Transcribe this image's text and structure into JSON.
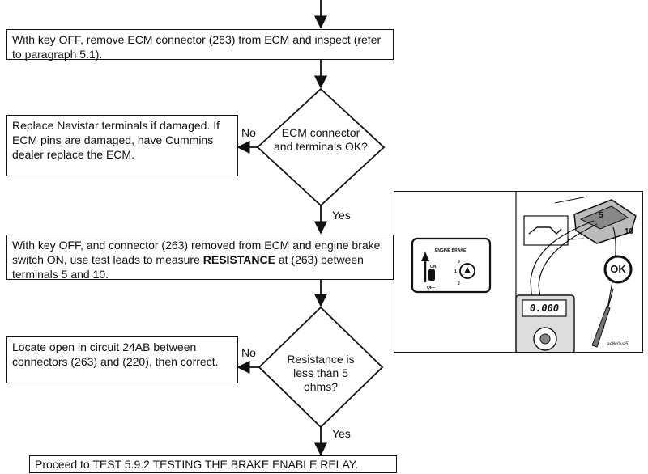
{
  "steps": {
    "remove_connector": "With key OFF, remove ECM connector (263) from ECM and inspect (refer to paragraph 5.1).",
    "decision_terminals": "ECM connector and terminals OK?",
    "replace_terminals": "Replace Navistar terminals if damaged. If ECM pins are damaged, have Cummins dealer replace the ECM.",
    "measure_prefix": "With key OFF, and connector (263) removed from ECM and engine brake switch ON, use test leads to measure",
    "measure_bold": "RESISTANCE",
    "measure_suffix": "at (263) between terminals 5 and 10.",
    "decision_resistance": "Resistance is less than 5 ohms?",
    "locate_open": "Locate open in circuit 24AB between connectors (263) and (220), then correct.",
    "proceed": "Proceed to TEST 5.9.2 TESTING THE BRAKE ENABLE RELAY."
  },
  "labels": {
    "no": "No",
    "yes": "Yes"
  },
  "illustration": {
    "switch_title": "ENGINE BRAKE",
    "switch_on": "ON",
    "switch_off": "OFF",
    "pos_3": "3",
    "pos_1": "1",
    "pos_2": "2",
    "pin_5": "5",
    "pin_10": "10",
    "meter_reading": "0.000",
    "ok_badge": "OK",
    "ref_code": "ee8c0ua5"
  }
}
